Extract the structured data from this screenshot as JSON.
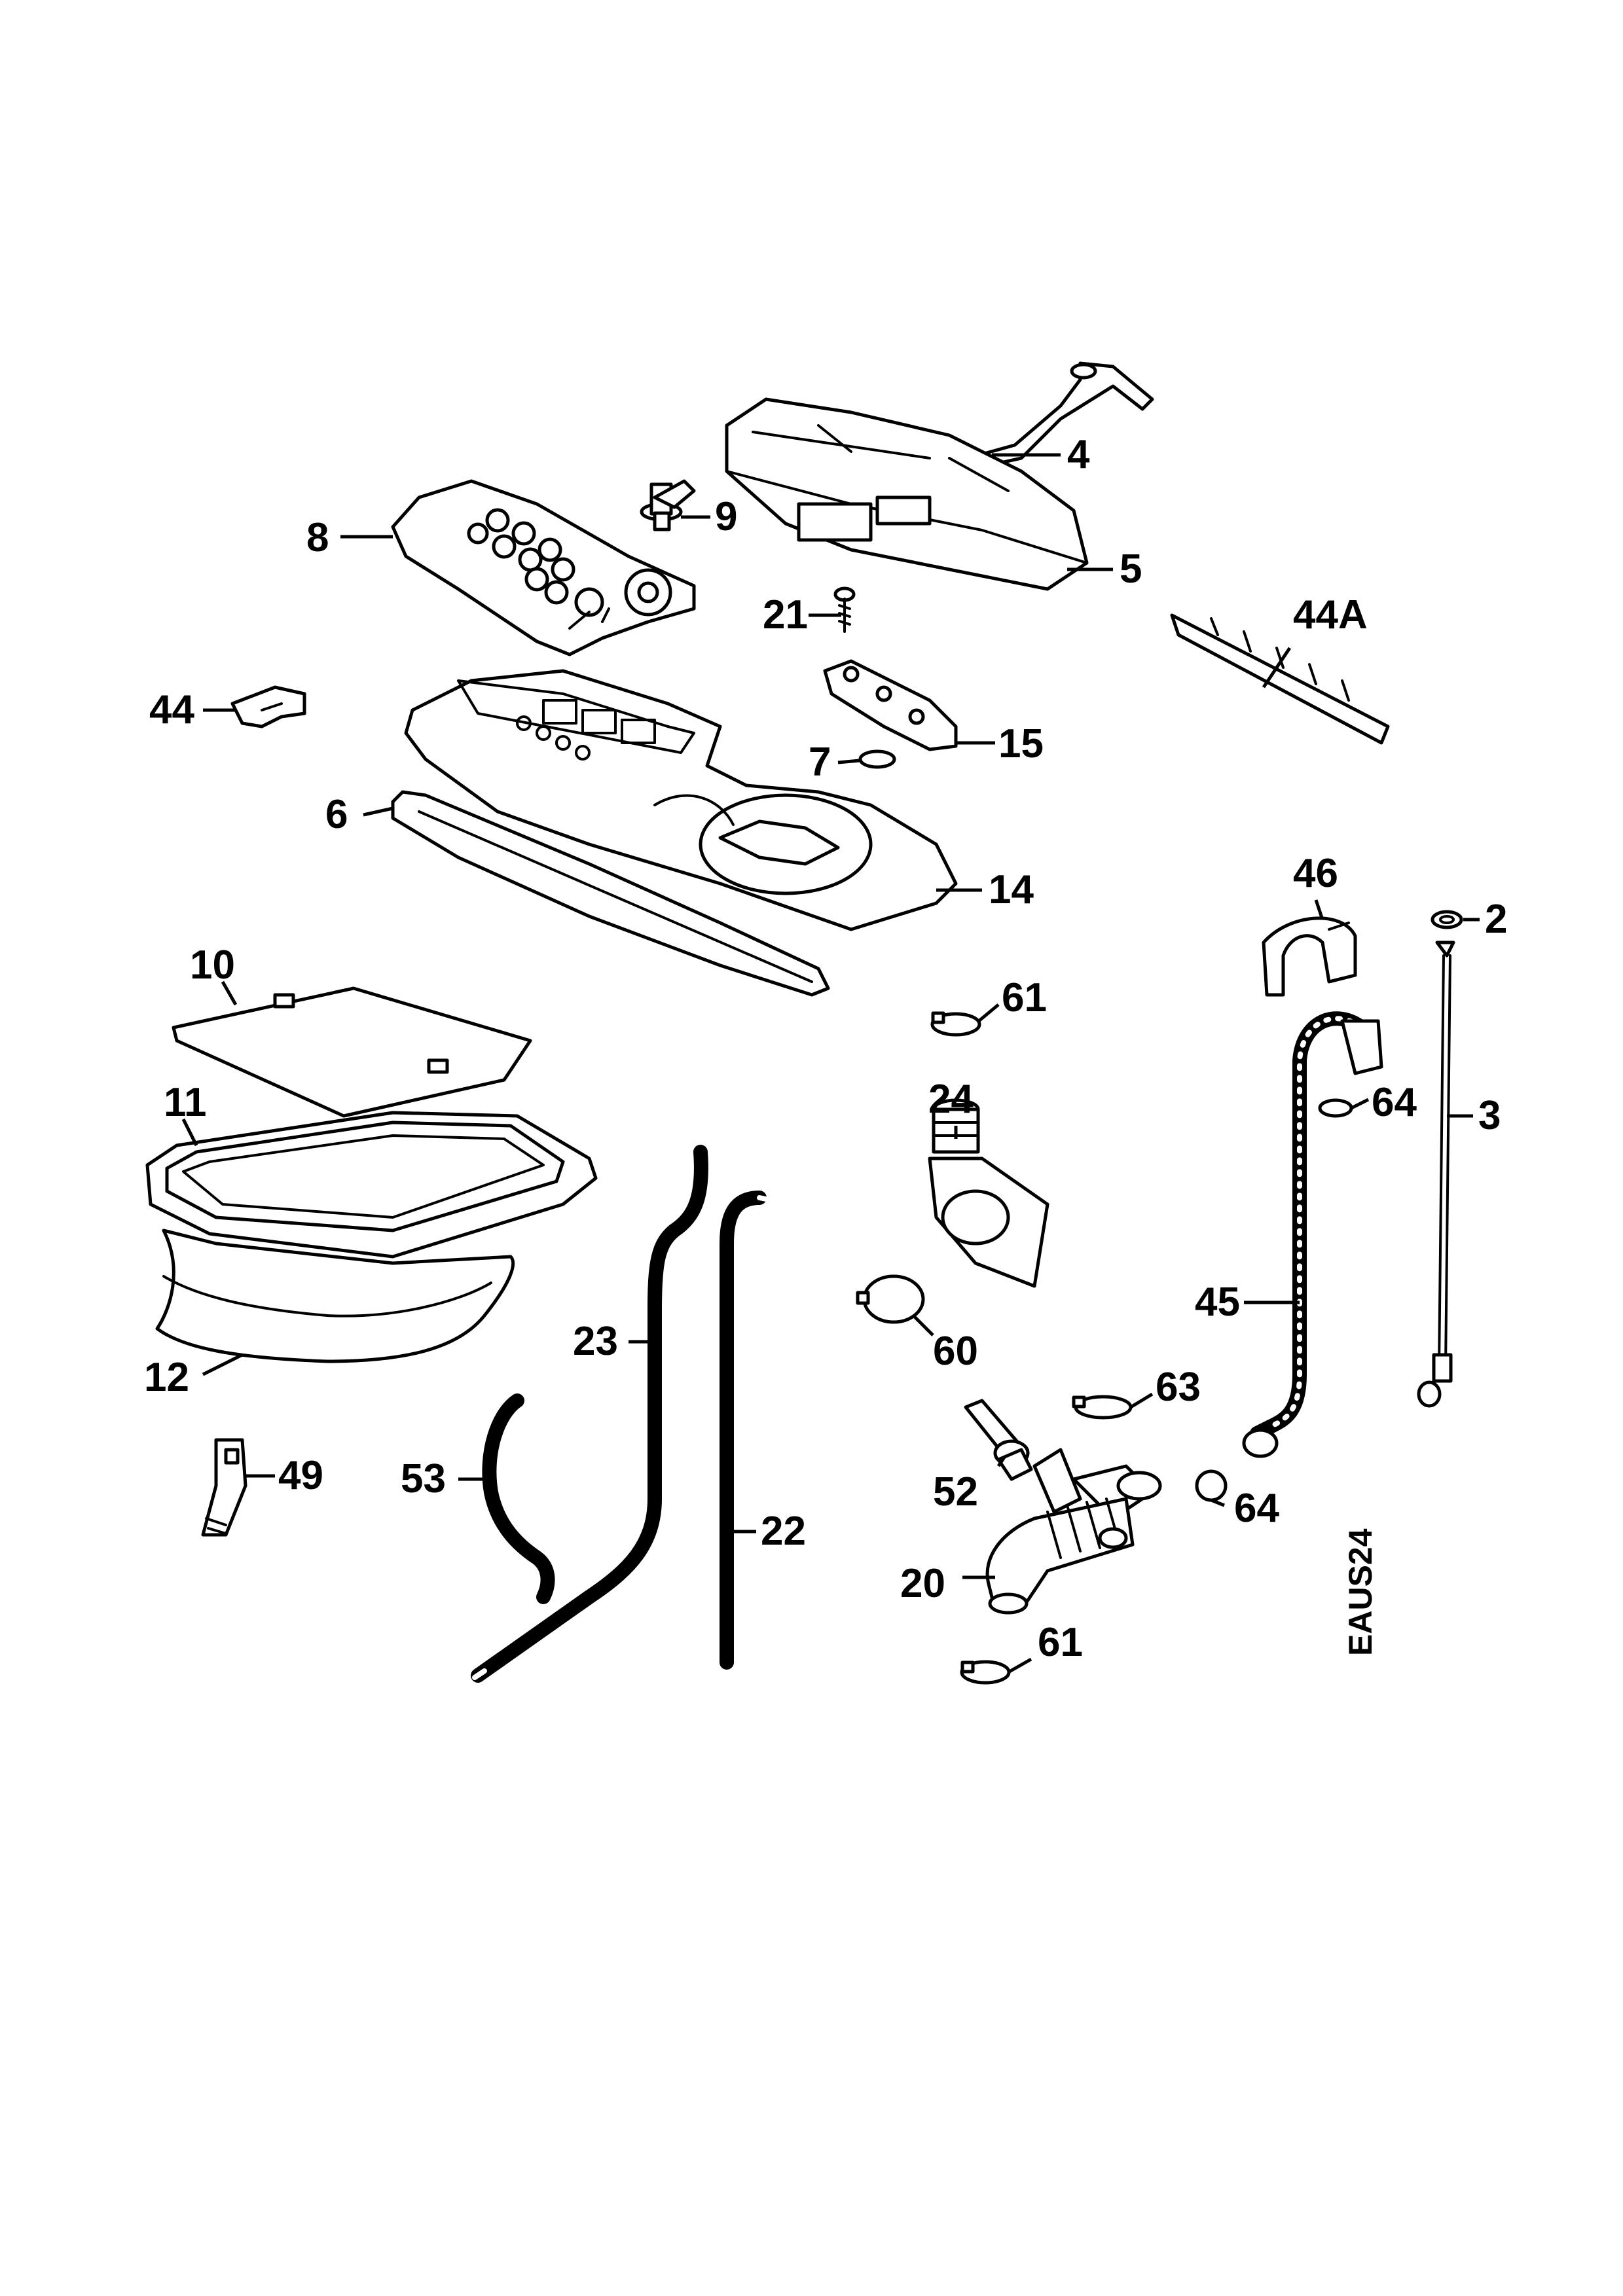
{
  "diagram_code": "EAUS24",
  "labels": {
    "p2": "2",
    "p3": "3",
    "p4": "4",
    "p5": "5",
    "p6": "6",
    "p7": "7",
    "p8": "8",
    "p9": "9",
    "p10": "10",
    "p11": "11",
    "p12": "12",
    "p14": "14",
    "p15": "15",
    "p20": "20",
    "p21": "21",
    "p22": "22",
    "p23": "23",
    "p24": "24",
    "p44": "44",
    "p44a": "44A",
    "p45": "45",
    "p46": "46",
    "p49": "49",
    "p52": "52",
    "p53": "53",
    "p60": "60",
    "p61a": "61",
    "p61b": "61",
    "p63": "63",
    "p64a": "64",
    "p64b": "64"
  }
}
